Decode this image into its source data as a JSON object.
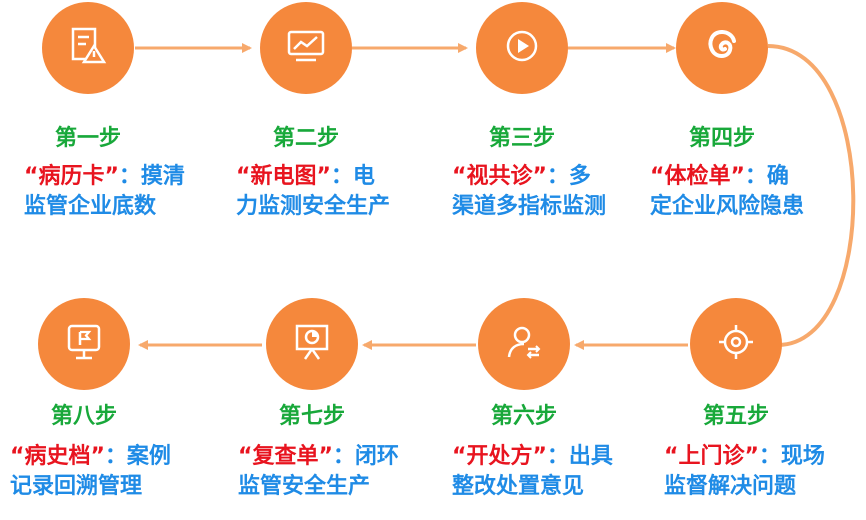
{
  "steps": [
    {
      "title": "第一步",
      "highlight": "“病历卡”",
      "colon": "：摸清",
      "line2": "监管企业底数",
      "icon": "document-warning-icon"
    },
    {
      "title": "第二步",
      "highlight": "“新电图”",
      "colon": "：电",
      "line2": "力监测安全生产",
      "icon": "monitor-chart-icon"
    },
    {
      "title": "第三步",
      "highlight": "“视共诊”",
      "colon": "：多",
      "line2": "渠道多指标监测",
      "icon": "play-circle-icon"
    },
    {
      "title": "第四步",
      "highlight": "“体检单”",
      "colon": "：确",
      "line2": "定企业风险隐患",
      "icon": "swirl-icon"
    },
    {
      "title": "第五步",
      "highlight": "“上门诊”",
      "colon": "：现场",
      "line2": "监督解决问题",
      "icon": "target-icon"
    },
    {
      "title": "第六步",
      "highlight": "“开处方”",
      "colon": "：出具",
      "line2": "整改处置意见",
      "icon": "user-exchange-icon"
    },
    {
      "title": "第七步",
      "highlight": "“复查单”",
      "colon": "：闭环",
      "line2": "监管安全生产",
      "icon": "presentation-chart-icon"
    },
    {
      "title": "第八步",
      "highlight": "“病史档”",
      "colon": "：案例",
      "line2": "记录回溯管理",
      "icon": "flag-board-icon"
    }
  ],
  "colors": {
    "circle": "#f5883c",
    "arrow": "#f7a96c",
    "title": "#18a83a",
    "highlight": "#e8141f",
    "body_text": "#1f8be6"
  }
}
